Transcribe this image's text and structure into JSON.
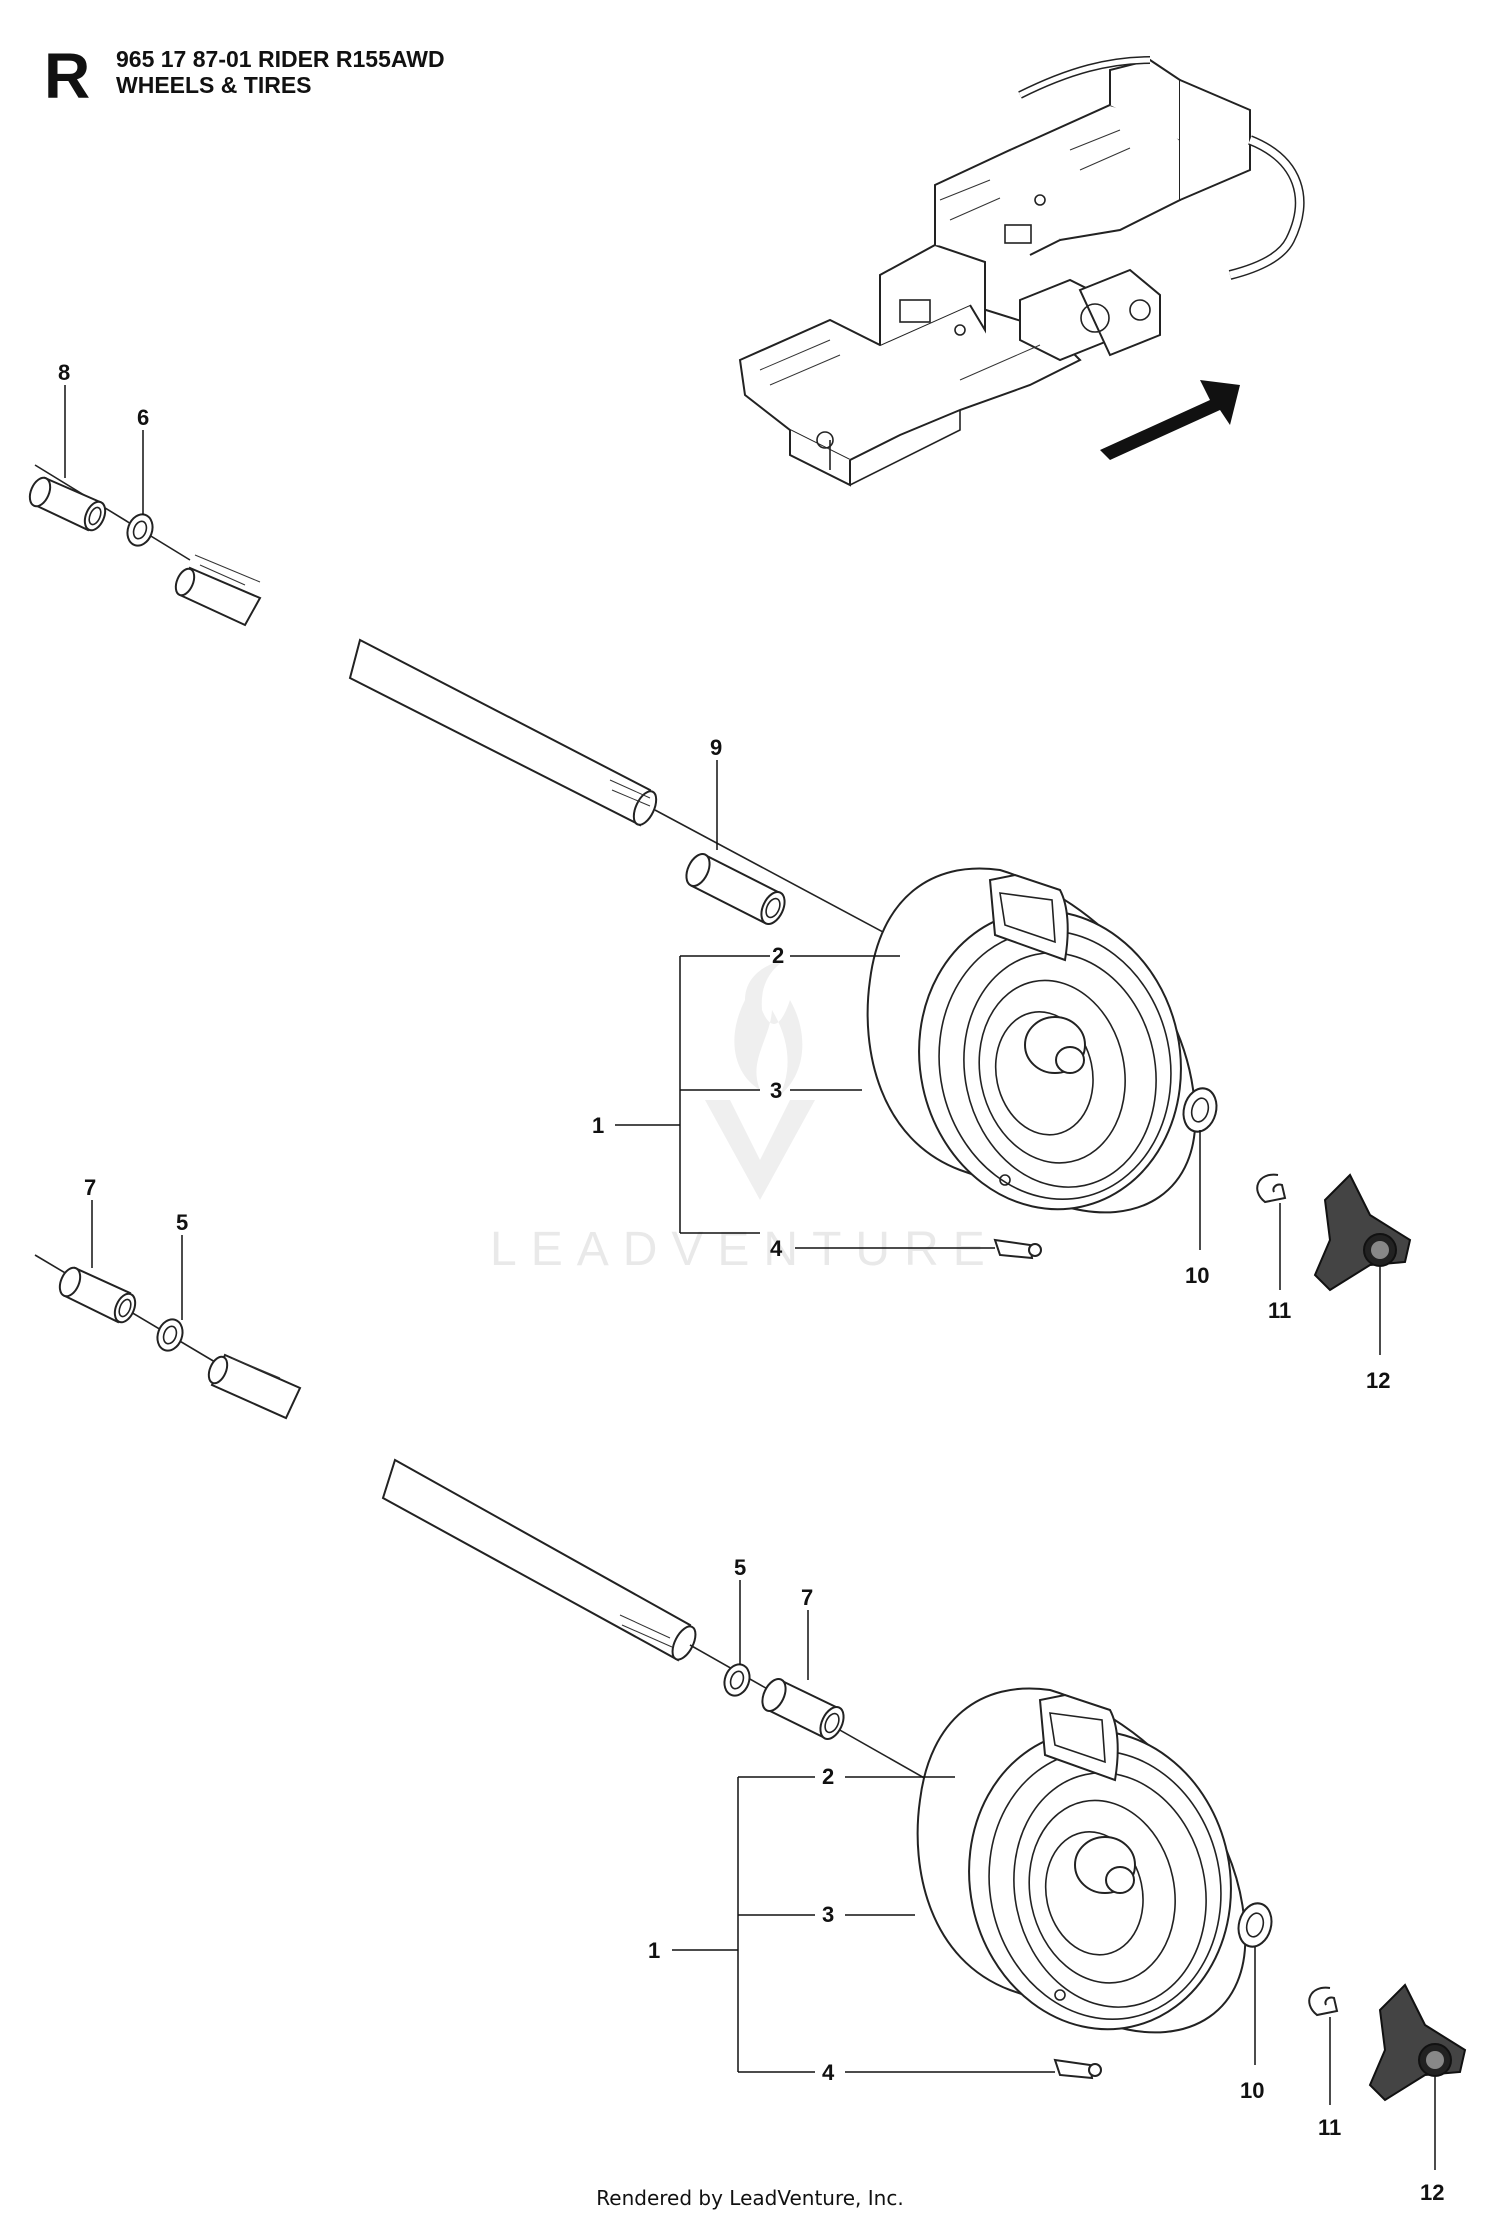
{
  "header": {
    "section_letter": "R",
    "title_line1": "965 17 87-01 RIDER R155AWD",
    "title_line2": "WHEELS & TIRES"
  },
  "watermark": {
    "text": "LEADVENTURE"
  },
  "footer": {
    "text": "Rendered by LeadVenture, Inc."
  },
  "callouts": {
    "upper": {
      "c8": "8",
      "c6": "6",
      "c9": "9",
      "c1": "1",
      "c2": "2",
      "c3": "3",
      "c4": "4",
      "c10": "10",
      "c11": "11",
      "c12": "12"
    },
    "lower": {
      "c7": "7",
      "c5": "5",
      "c5b": "5",
      "c7b": "7",
      "c1": "1",
      "c2": "2",
      "c3": "3",
      "c4": "4",
      "c10": "10",
      "c11": "11",
      "c12": "12"
    }
  }
}
